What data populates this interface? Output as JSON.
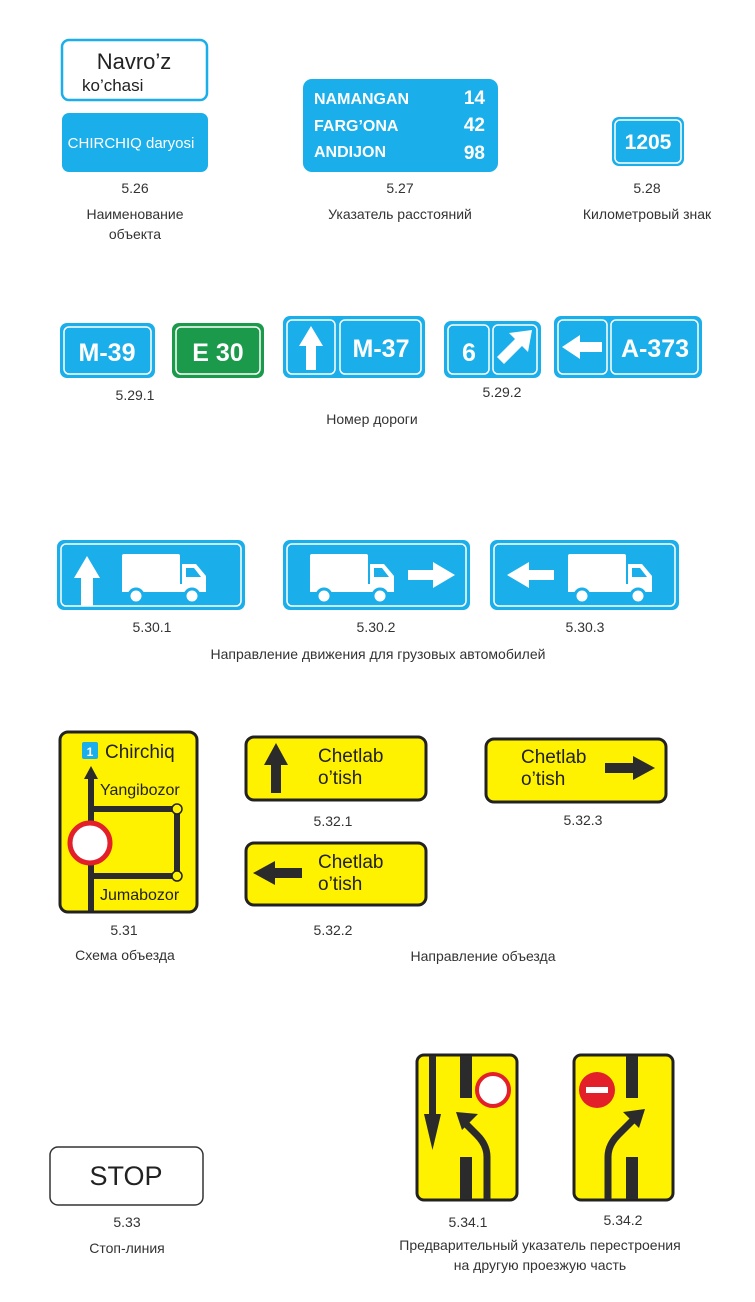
{
  "colors": {
    "blue": "#1aaeea",
    "green": "#1a9a4a",
    "yellow": "#fff200",
    "red": "#e3202a",
    "dark": "#2b2b2b"
  },
  "signs": {
    "s526": {
      "street_line1": "Navro’z",
      "street_line2": "ko’chasi",
      "river": "CHIRCHIQ daryosi",
      "number": "5.26",
      "caption1": "Наименование",
      "caption2": "объекта"
    },
    "s527": {
      "rows": [
        {
          "city": "NAMANGAN",
          "km": "14"
        },
        {
          "city": "FARG’ONA",
          "km": "42"
        },
        {
          "city": "ANDIJON",
          "km": "98"
        }
      ],
      "number": "5.27",
      "caption": "Указатель расстояний"
    },
    "s528": {
      "value": "1205",
      "number": "5.28",
      "caption": "Километровый знак"
    },
    "s529": {
      "road1": "M-39",
      "road2": "E 30",
      "road3": "M-37",
      "road4": "6",
      "road5": "A-373",
      "number1": "5.29.1",
      "number2": "5.29.2",
      "caption": "Номер дороги"
    },
    "s530": {
      "number1": "5.30.1",
      "number2": "5.30.2",
      "number3": "5.30.3",
      "caption": "Направление движения для грузовых автомобилей"
    },
    "s531": {
      "badge": "1",
      "dest": "Chirchiq",
      "place1": "Yangibozor",
      "place2": "Jumabozor",
      "number": "5.31",
      "caption": "Схема объезда"
    },
    "s532": {
      "line1": "Chetlab",
      "line2": "o’tish",
      "number1": "5.32.1",
      "number2": "5.32.2",
      "number3": "5.32.3",
      "caption": "Направление объезда"
    },
    "s533": {
      "text": "STOP",
      "number": "5.33",
      "caption": "Стоп-линия"
    },
    "s534": {
      "number1": "5.34.1",
      "number2": "5.34.2",
      "caption1": "Предварительный указатель перестроения",
      "caption2": "на другую проезжую часть"
    }
  }
}
